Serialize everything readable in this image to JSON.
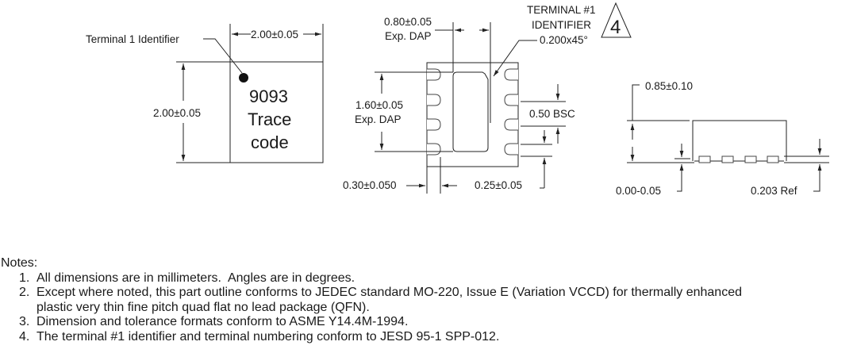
{
  "top_view": {
    "terminal1_label": "Terminal 1 Identifier",
    "width_dim": "2.00±0.05",
    "height_dim": "2.00±0.05",
    "marking_line1": "9093",
    "marking_line2": "Trace",
    "marking_line3": "code"
  },
  "bottom_view": {
    "dap_width_dim": "0.80±0.05",
    "dap_width_label": "Exp. DAP",
    "terminal_id_line1": "TERMINAL #1",
    "terminal_id_line2": "IDENTIFIER",
    "terminal_id_line3": "0.200x45°",
    "note_ref": "4",
    "dap_height_dim": "1.60±0.05",
    "dap_height_label": "Exp. DAP",
    "pitch_dim": "0.50 BSC",
    "lead_length_dim": "0.30±0.050",
    "lead_width_dim": "0.25±0.05"
  },
  "side_view": {
    "height_dim": "0.85±0.10",
    "standoff_dim": "0.00-0.05",
    "lead_thickness_dim": "0.203 Ref"
  },
  "notes": {
    "title": "Notes:",
    "items": [
      {
        "num": "1.",
        "text": "All dimensions are in millimeters.  Angles are in degrees."
      },
      {
        "num": "2.",
        "text": "Except where noted, this part outline conforms to JEDEC standard MO-220, Issue E (Variation VCCD) for thermally enhanced\nplastic very thin fine pitch quad flat no lead package (QFN)."
      },
      {
        "num": "3.",
        "text": "Dimension and tolerance formats conform to ASME Y14.4M-1994."
      },
      {
        "num": "4.",
        "text": "The terminal #1 identifier and terminal numbering conform to JESD 95-1 SPP-012."
      }
    ]
  }
}
